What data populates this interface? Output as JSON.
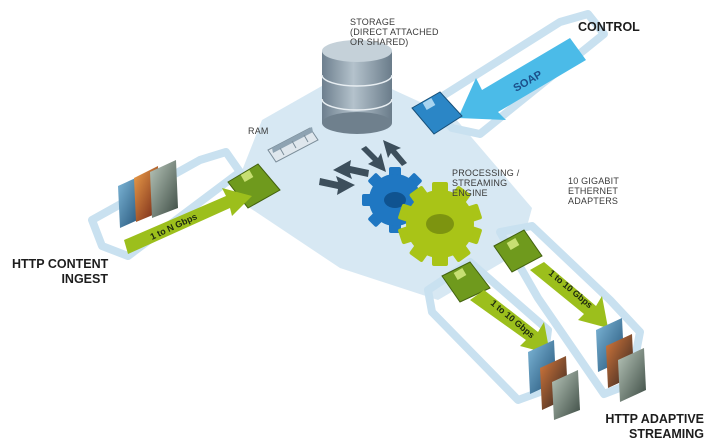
{
  "labels": {
    "storage": [
      "STORAGE",
      "(DIRECT ATTACHED",
      "OR SHARED)"
    ],
    "control": "CONTROL",
    "soap": "SOAP",
    "ram": "RAM",
    "processing": [
      "PROCESSING /",
      "STREAMING",
      "ENGINE"
    ],
    "ethernet": [
      "10 GIGABIT",
      "ETHERNET",
      "ADAPTERS"
    ],
    "ingest": [
      "HTTP CONTENT",
      "INGEST"
    ],
    "streaming": [
      "HTTP ADAPTIVE",
      "STREAMING"
    ],
    "ingest_rate": "1 to N Gbps",
    "output_rate_left": "1 to 10 Gbps",
    "output_rate_right": "1 to 10 Gbps"
  },
  "colors": {
    "platform": "#d3e6f2",
    "rail_stroke": "#c9e1f0",
    "cylinder": "#8b9dab",
    "blue_gear": "#1f77c2",
    "green_gear": "#a9c417",
    "green_arrow": "#9cbf1c",
    "soap_arrow": "#4bbbe8",
    "adapter_green": "#6f9a1d",
    "adapter_blue": "#2b86c6",
    "dark_arrow": "#3d4f5c"
  },
  "icons": [
    "storage-cylinder-icon",
    "ram-module-icon",
    "blue-gear-icon",
    "green-gear-icon",
    "network-card-icon",
    "video-frames-icon"
  ]
}
